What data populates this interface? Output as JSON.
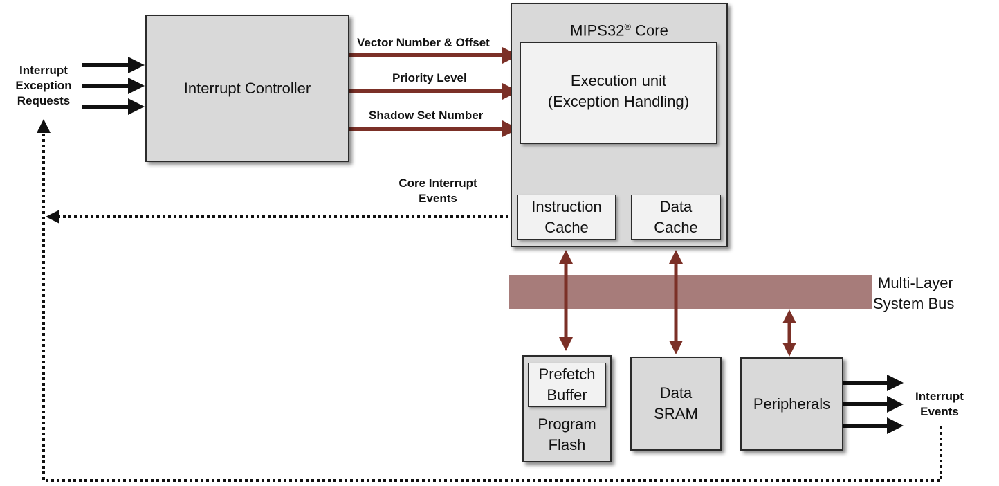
{
  "colors": {
    "signal_arrow": "#7b3027",
    "bus_bar": "#a77c7a",
    "box_fill": "#d9d9d9",
    "inner_box_fill": "#f2f2f2",
    "black_arrow": "#111111"
  },
  "inputs": {
    "requests_label": [
      "Interrupt",
      "Exception",
      "Requests"
    ]
  },
  "controller": {
    "label": "Interrupt Controller"
  },
  "signals": {
    "vector": "Vector Number & Offset",
    "priority": "Priority Level",
    "shadow": "Shadow Set Number",
    "core_events": [
      "Core Interrupt",
      "Events"
    ]
  },
  "core": {
    "title": "MIPS32",
    "title_sup": "®",
    "title_suffix": " Core",
    "exec_unit": [
      "Execution unit",
      "(Exception Handling)"
    ],
    "icache": [
      "Instruction",
      "Cache"
    ],
    "dcache": [
      "Data",
      "Cache"
    ]
  },
  "bus": {
    "label": [
      "Multi-Layer",
      "System Bus"
    ]
  },
  "memory": {
    "prefetch": [
      "Prefetch",
      "Buffer"
    ],
    "flash": [
      "Program",
      "Flash"
    ],
    "sram": [
      "Data",
      "SRAM"
    ],
    "peripherals": "Peripherals"
  },
  "outputs": {
    "events_label": [
      "Interrupt",
      "Events"
    ]
  }
}
